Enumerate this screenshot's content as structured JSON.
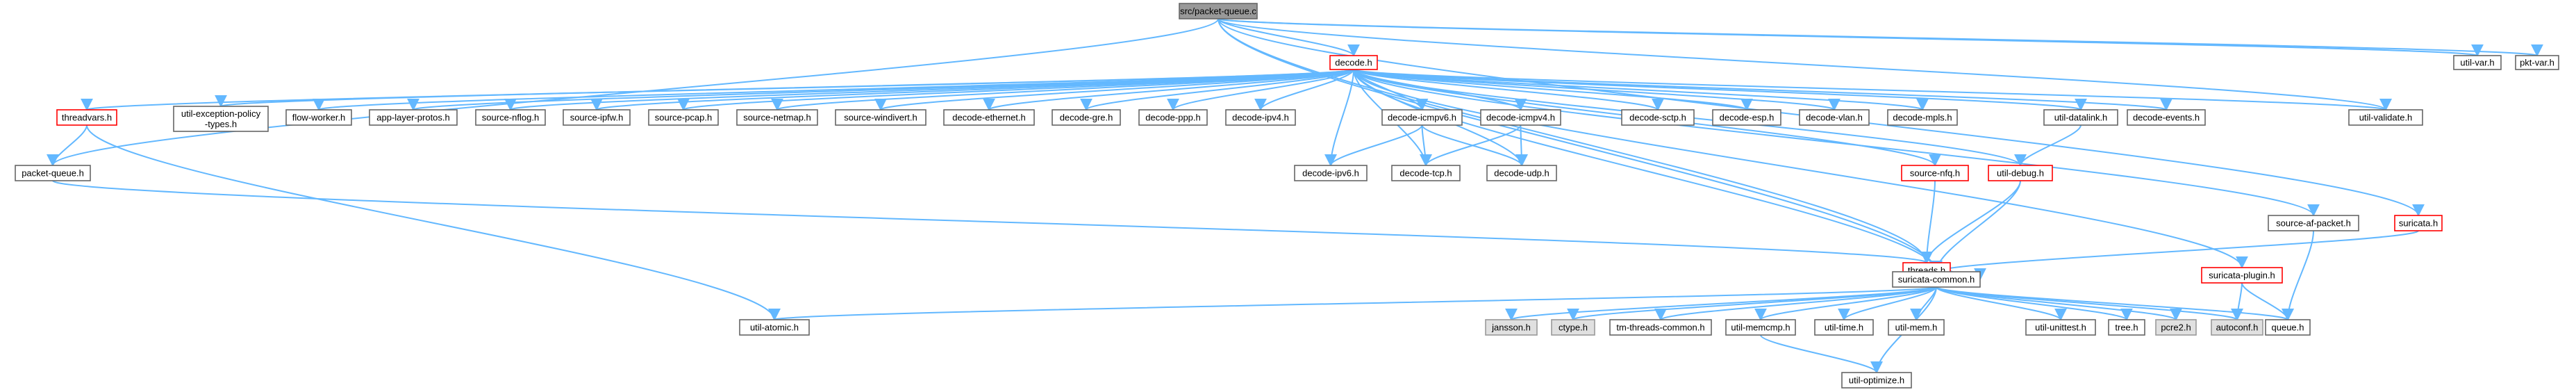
{
  "diagram": {
    "nodes": [
      {
        "id": "packet_queue_c",
        "label": "src/packet-queue.c",
        "style": "root"
      },
      {
        "id": "decode_h",
        "label": "decode.h",
        "style": "red"
      },
      {
        "id": "util_var_h",
        "label": "util-var.h",
        "style": "normal"
      },
      {
        "id": "pkt_var_h",
        "label": "pkt-var.h",
        "style": "normal"
      },
      {
        "id": "threadvars_h",
        "label": "threadvars.h",
        "style": "red"
      },
      {
        "id": "util_exception_policy_types_h",
        "label": "util-exception-policy\n-types.h",
        "style": "normal"
      },
      {
        "id": "flow_worker_h",
        "label": "flow-worker.h",
        "style": "normal"
      },
      {
        "id": "app_layer_protos_h",
        "label": "app-layer-protos.h",
        "style": "normal"
      },
      {
        "id": "source_nflog_h",
        "label": "source-nflog.h",
        "style": "normal"
      },
      {
        "id": "source_ipfw_h",
        "label": "source-ipfw.h",
        "style": "normal"
      },
      {
        "id": "source_pcap_h",
        "label": "source-pcap.h",
        "style": "normal"
      },
      {
        "id": "source_netmap_h",
        "label": "source-netmap.h",
        "style": "normal"
      },
      {
        "id": "source_windivert_h",
        "label": "source-windivert.h",
        "style": "normal"
      },
      {
        "id": "decode_ethernet_h",
        "label": "decode-ethernet.h",
        "style": "normal"
      },
      {
        "id": "decode_gre_h",
        "label": "decode-gre.h",
        "style": "normal"
      },
      {
        "id": "decode_ppp_h",
        "label": "decode-ppp.h",
        "style": "normal"
      },
      {
        "id": "decode_ipv4_h",
        "label": "decode-ipv4.h",
        "style": "normal"
      },
      {
        "id": "decode_icmpv6_h",
        "label": "decode-icmpv6.h",
        "style": "normal"
      },
      {
        "id": "decode_icmpv4_h",
        "label": "decode-icmpv4.h",
        "style": "normal"
      },
      {
        "id": "decode_sctp_h",
        "label": "decode-sctp.h",
        "style": "normal"
      },
      {
        "id": "decode_esp_h",
        "label": "decode-esp.h",
        "style": "normal"
      },
      {
        "id": "decode_vlan_h",
        "label": "decode-vlan.h",
        "style": "normal"
      },
      {
        "id": "decode_mpls_h",
        "label": "decode-mpls.h",
        "style": "normal"
      },
      {
        "id": "util_datalink_h",
        "label": "util-datalink.h",
        "style": "normal"
      },
      {
        "id": "decode_events_h",
        "label": "decode-events.h",
        "style": "normal"
      },
      {
        "id": "util_validate_h",
        "label": "util-validate.h",
        "style": "normal"
      },
      {
        "id": "packet_queue_h",
        "label": "packet-queue.h",
        "style": "normal"
      },
      {
        "id": "decode_ipv6_h",
        "label": "decode-ipv6.h",
        "style": "normal"
      },
      {
        "id": "decode_tcp_h",
        "label": "decode-tcp.h",
        "style": "normal"
      },
      {
        "id": "decode_udp_h",
        "label": "decode-udp.h",
        "style": "normal"
      },
      {
        "id": "source_nfq_h",
        "label": "source-nfq.h",
        "style": "red"
      },
      {
        "id": "util_debug_h",
        "label": "util-debug.h",
        "style": "red"
      },
      {
        "id": "threads_h",
        "label": "threads.h",
        "style": "red"
      },
      {
        "id": "source_af_packet_h",
        "label": "source-af-packet.h",
        "style": "normal"
      },
      {
        "id": "suricata_h",
        "label": "suricata.h",
        "style": "red"
      },
      {
        "id": "suricata_plugin_h",
        "label": "suricata-plugin.h",
        "style": "red"
      },
      {
        "id": "suricata_common_h",
        "label": "suricata-common.h",
        "style": "normal"
      },
      {
        "id": "util_atomic_h",
        "label": "util-atomic.h",
        "style": "normal"
      },
      {
        "id": "jansson_h",
        "label": "jansson.h",
        "style": "gray"
      },
      {
        "id": "ctype_h",
        "label": "ctype.h",
        "style": "gray"
      },
      {
        "id": "tm_threads_common_h",
        "label": "tm-threads-common.h",
        "style": "normal"
      },
      {
        "id": "util_memcmp_h",
        "label": "util-memcmp.h",
        "style": "normal"
      },
      {
        "id": "util_time_h",
        "label": "util-time.h",
        "style": "normal"
      },
      {
        "id": "util_mem_h",
        "label": "util-mem.h",
        "style": "normal"
      },
      {
        "id": "util_unittest_h",
        "label": "util-unittest.h",
        "style": "normal"
      },
      {
        "id": "tree_h",
        "label": "tree.h",
        "style": "normal"
      },
      {
        "id": "pcre2_h",
        "label": "pcre2.h",
        "style": "gray"
      },
      {
        "id": "autoconf_h",
        "label": "autoconf.h",
        "style": "gray"
      },
      {
        "id": "queue_h",
        "label": "queue.h",
        "style": "normal"
      },
      {
        "id": "util_optimize_h",
        "label": "util-optimize.h",
        "style": "normal"
      }
    ],
    "edges": [
      [
        "packet_queue_c",
        "decode_h"
      ],
      [
        "packet_queue_c",
        "util_var_h"
      ],
      [
        "packet_queue_c",
        "pkt_var_h"
      ],
      [
        "packet_queue_c",
        "util_validate_h"
      ],
      [
        "packet_queue_c",
        "packet_queue_h"
      ],
      [
        "packet_queue_c",
        "suricata_h"
      ],
      [
        "packet_queue_c",
        "threads_h"
      ],
      [
        "packet_queue_c",
        "suricata_common_h"
      ],
      [
        "decode_h",
        "threadvars_h"
      ],
      [
        "decode_h",
        "util_exception_policy_types_h"
      ],
      [
        "decode_h",
        "flow_worker_h"
      ],
      [
        "decode_h",
        "app_layer_protos_h"
      ],
      [
        "decode_h",
        "source_nflog_h"
      ],
      [
        "decode_h",
        "source_ipfw_h"
      ],
      [
        "decode_h",
        "source_pcap_h"
      ],
      [
        "decode_h",
        "source_netmap_h"
      ],
      [
        "decode_h",
        "source_windivert_h"
      ],
      [
        "decode_h",
        "decode_ethernet_h"
      ],
      [
        "decode_h",
        "decode_gre_h"
      ],
      [
        "decode_h",
        "decode_ppp_h"
      ],
      [
        "decode_h",
        "decode_ipv4_h"
      ],
      [
        "decode_h",
        "decode_icmpv6_h"
      ],
      [
        "decode_h",
        "decode_icmpv4_h"
      ],
      [
        "decode_h",
        "decode_sctp_h"
      ],
      [
        "decode_h",
        "decode_esp_h"
      ],
      [
        "decode_h",
        "decode_vlan_h"
      ],
      [
        "decode_h",
        "decode_mpls_h"
      ],
      [
        "decode_h",
        "util_datalink_h"
      ],
      [
        "decode_h",
        "decode_events_h"
      ],
      [
        "decode_h",
        "util_validate_h"
      ],
      [
        "decode_h",
        "decode_ipv6_h"
      ],
      [
        "decode_h",
        "decode_tcp_h"
      ],
      [
        "decode_h",
        "decode_udp_h"
      ],
      [
        "decode_h",
        "source_nfq_h"
      ],
      [
        "decode_h",
        "util_debug_h"
      ],
      [
        "decode_h",
        "source_af_packet_h"
      ],
      [
        "decode_h",
        "suricata_plugin_h"
      ],
      [
        "decode_h",
        "suricata_common_h"
      ],
      [
        "threadvars_h",
        "packet_queue_h"
      ],
      [
        "threadvars_h",
        "util_atomic_h"
      ],
      [
        "packet_queue_h",
        "threads_h"
      ],
      [
        "decode_icmpv6_h",
        "decode_ipv6_h"
      ],
      [
        "decode_icmpv6_h",
        "decode_tcp_h"
      ],
      [
        "decode_icmpv6_h",
        "decode_udp_h"
      ],
      [
        "decode_icmpv4_h",
        "decode_tcp_h"
      ],
      [
        "decode_icmpv4_h",
        "decode_udp_h"
      ],
      [
        "util_datalink_h",
        "util_debug_h"
      ],
      [
        "source_nfq_h",
        "threads_h"
      ],
      [
        "util_debug_h",
        "threads_h"
      ],
      [
        "util_debug_h",
        "suricata_common_h"
      ],
      [
        "threads_h",
        "suricata_common_h"
      ],
      [
        "source_af_packet_h",
        "queue_h"
      ],
      [
        "suricata_h",
        "suricata_common_h"
      ],
      [
        "suricata_plugin_h",
        "autoconf_h"
      ],
      [
        "suricata_plugin_h",
        "queue_h"
      ],
      [
        "suricata_common_h",
        "util_atomic_h"
      ],
      [
        "suricata_common_h",
        "jansson_h"
      ],
      [
        "suricata_common_h",
        "ctype_h"
      ],
      [
        "suricata_common_h",
        "tm_threads_common_h"
      ],
      [
        "suricata_common_h",
        "util_memcmp_h"
      ],
      [
        "suricata_common_h",
        "util_time_h"
      ],
      [
        "suricata_common_h",
        "util_mem_h"
      ],
      [
        "suricata_common_h",
        "util_unittest_h"
      ],
      [
        "suricata_common_h",
        "tree_h"
      ],
      [
        "suricata_common_h",
        "pcre2_h"
      ],
      [
        "suricata_common_h",
        "autoconf_h"
      ],
      [
        "suricata_common_h",
        "queue_h"
      ],
      [
        "suricata_common_h",
        "util_optimize_h"
      ],
      [
        "util_memcmp_h",
        "util_optimize_h"
      ]
    ],
    "styles": {
      "root": {
        "fill": "#999999",
        "stroke": "#666666"
      },
      "red": {
        "fill": "#ffffff",
        "stroke": "#ff0000"
      },
      "normal": {
        "fill": "#ffffff",
        "stroke": "#666666"
      },
      "gray": {
        "fill": "#e0e0e0",
        "stroke": "#999999"
      },
      "edge": "#63b8ff"
    }
  }
}
